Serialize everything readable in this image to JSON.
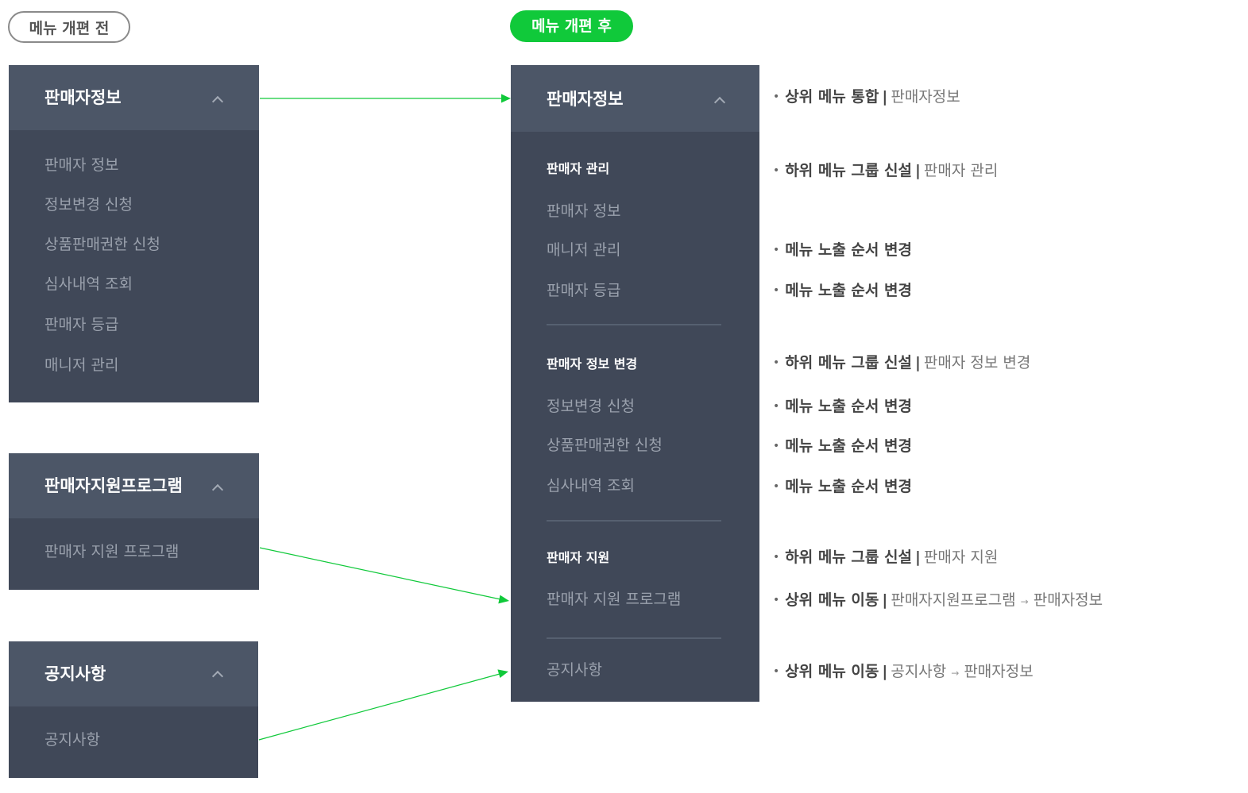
{
  "badges": {
    "before": "메뉴 개편 전",
    "after": "메뉴 개편 후"
  },
  "before": {
    "panels": [
      {
        "title": "판매자정보",
        "items": [
          "판매자 정보",
          "정보변경 신청",
          "상품판매권한 신청",
          "심사내역 조회",
          "판매자 등급",
          "매니저 관리"
        ]
      },
      {
        "title": "판매자지원프로그램",
        "items": [
          "판매자 지원 프로그램"
        ]
      },
      {
        "title": "공지사항",
        "items": [
          "공지사항"
        ]
      }
    ]
  },
  "after": {
    "title": "판매자정보",
    "groups": [
      {
        "title": "판매자 관리",
        "items": [
          "판매자 정보",
          "매니저 관리",
          "판매자 등급"
        ]
      },
      {
        "title": "판매자 정보 변경",
        "items": [
          "정보변경 신청",
          "상품판매권한 신청",
          "심사내역 조회"
        ]
      },
      {
        "title": "판매자 지원",
        "items": [
          "판매자 지원 프로그램"
        ]
      }
    ],
    "standalone": "공지사항"
  },
  "notes": [
    {
      "bullet": "•",
      "strong": "상위 메뉴 통합",
      "sep": "|",
      "detail": "판매자정보"
    },
    {
      "bullet": "•",
      "strong": "하위 메뉴 그룹 신설",
      "sep": "|",
      "detail": "판매자 관리"
    },
    {
      "bullet": "•",
      "strong": "메뉴 노출 순서 변경"
    },
    {
      "bullet": "•",
      "strong": "메뉴 노출 순서 변경"
    },
    {
      "bullet": "•",
      "strong": "하위 메뉴 그룹 신설",
      "sep": "|",
      "detail": "판매자 정보 변경"
    },
    {
      "bullet": "•",
      "strong": "메뉴 노출 순서 변경"
    },
    {
      "bullet": "•",
      "strong": "메뉴 노출 순서 변경"
    },
    {
      "bullet": "•",
      "strong": "메뉴 노출 순서 변경"
    },
    {
      "bullet": "•",
      "strong": "하위 메뉴 그룹 신설",
      "sep": "|",
      "detail": "판매자 지원"
    },
    {
      "bullet": "•",
      "strong": "상위 메뉴 이동",
      "sep": "|",
      "from": "판매자지원프로그램",
      "arrow": "→",
      "to": "판매자정보"
    },
    {
      "bullet": "•",
      "strong": "상위 메뉴 이동",
      "sep": "|",
      "from": "공지사항",
      "arrow": "→",
      "to": "판매자정보"
    }
  ],
  "colors": {
    "accent": "#10c93a",
    "panel": "#404858",
    "panel_header": "#4c5667"
  }
}
